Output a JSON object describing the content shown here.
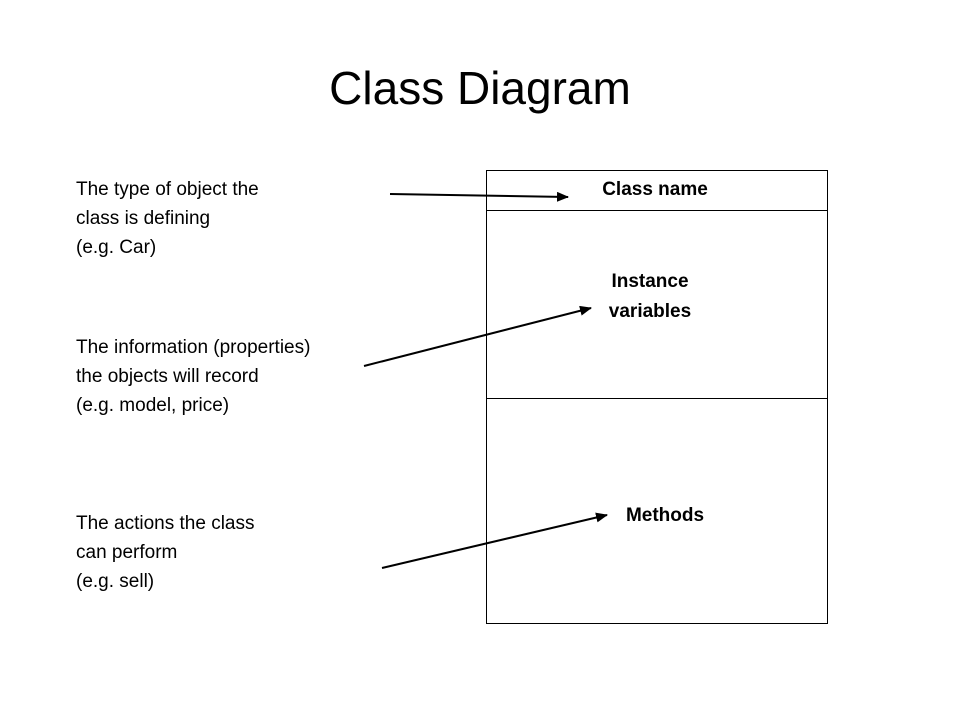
{
  "title": "Class Diagram",
  "annotations": [
    {
      "lines": [
        "The type of object the",
        "class is defining",
        "(e.g. Car)"
      ]
    },
    {
      "lines": [
        "The information (properties)",
        "the objects will record",
        "(e.g. model, price)"
      ]
    },
    {
      "lines": [
        "The actions the class",
        "can perform",
        "(e.g. sell)"
      ]
    }
  ],
  "class_box": {
    "name_label": "Class name",
    "variables_label": [
      "Instance",
      "variables"
    ],
    "methods_label": "Methods"
  },
  "colors": {
    "line": "#000000",
    "background": "#ffffff"
  }
}
